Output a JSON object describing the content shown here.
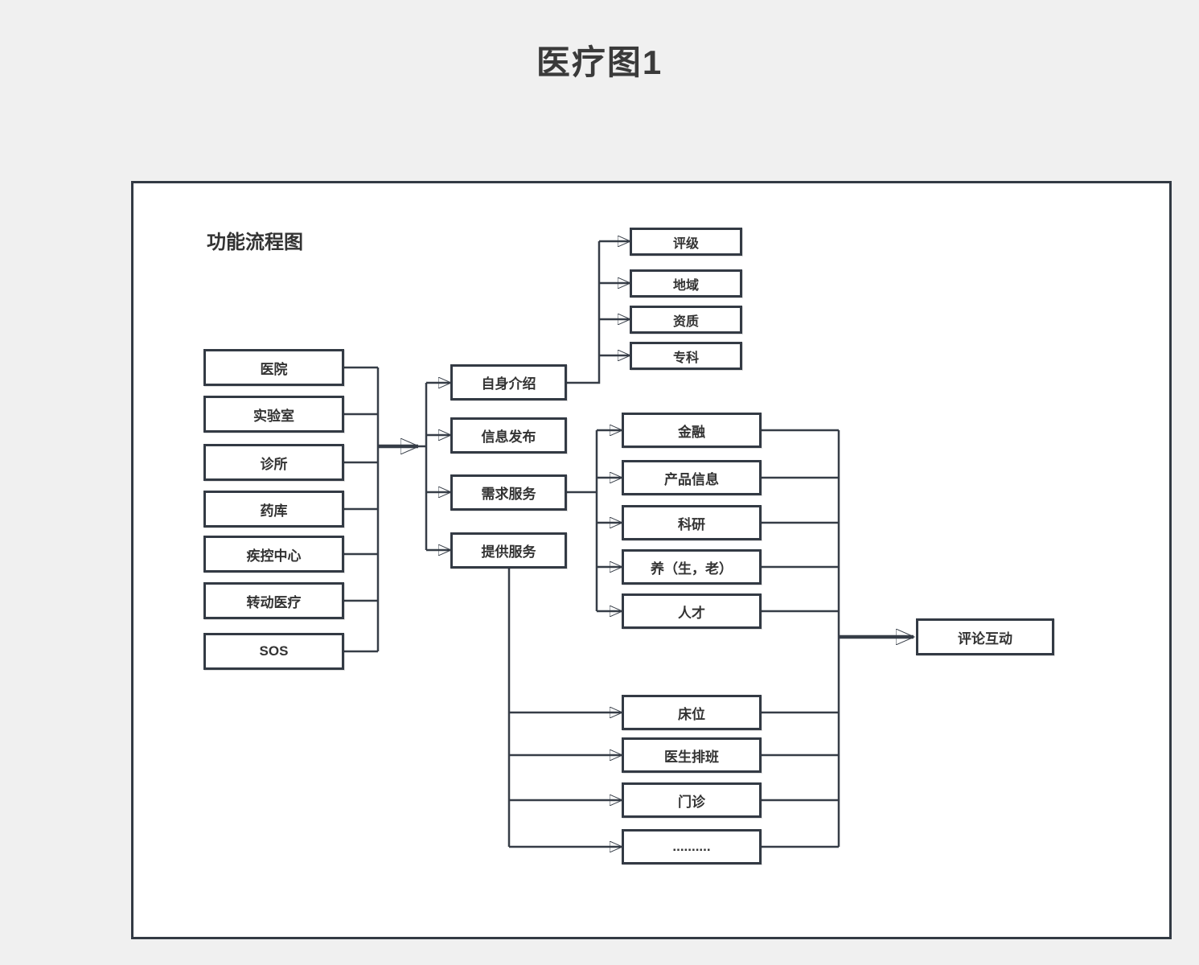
{
  "title": "医疗图1",
  "diagram_label": "功能流程图",
  "nodes": {
    "sources": [
      {
        "label": "医院"
      },
      {
        "label": "实验室"
      },
      {
        "label": "诊所"
      },
      {
        "label": "药库"
      },
      {
        "label": "疾控中心"
      },
      {
        "label": "转动医疗"
      },
      {
        "label": "SOS"
      }
    ],
    "functions": [
      {
        "label": "自身介绍"
      },
      {
        "label": "信息发布"
      },
      {
        "label": "需求服务"
      },
      {
        "label": "提供服务"
      }
    ],
    "intro_details": [
      {
        "label": "评级"
      },
      {
        "label": "地域"
      },
      {
        "label": "资质"
      },
      {
        "label": "专科"
      }
    ],
    "demand_details": [
      {
        "label": "金融"
      },
      {
        "label": "产品信息"
      },
      {
        "label": "科研"
      },
      {
        "label": "养（生，老）"
      },
      {
        "label": "人才"
      }
    ],
    "provide_details": [
      {
        "label": "床位"
      },
      {
        "label": "医生排班"
      },
      {
        "label": "门诊"
      },
      {
        "label": ".........."
      }
    ],
    "result": {
      "label": "评论互动"
    }
  },
  "edges": [
    {
      "from": [
        "医院",
        "实验室",
        "诊所",
        "药库",
        "疾控中心",
        "转动医疗",
        "SOS"
      ],
      "to": [
        "自身介绍",
        "信息发布",
        "需求服务",
        "提供服务"
      ]
    },
    {
      "from": "自身介绍",
      "to": [
        "评级",
        "地域",
        "资质",
        "专科"
      ]
    },
    {
      "from": "需求服务",
      "to": [
        "金融",
        "产品信息",
        "科研",
        "养（生，老）",
        "人才"
      ]
    },
    {
      "from": "提供服务",
      "to": [
        "床位",
        "医生排班",
        "门诊",
        ".........."
      ]
    },
    {
      "from": [
        "金融",
        "产品信息",
        "科研",
        "养（生，老）",
        "人才",
        "床位",
        "医生排班",
        "门诊",
        ".........."
      ],
      "to": "评论互动"
    }
  ],
  "colors": {
    "background": "#f0f0f0",
    "frame_fill": "#ffffff",
    "border": "#333a44",
    "line": "#363d47",
    "text": "#333333"
  }
}
